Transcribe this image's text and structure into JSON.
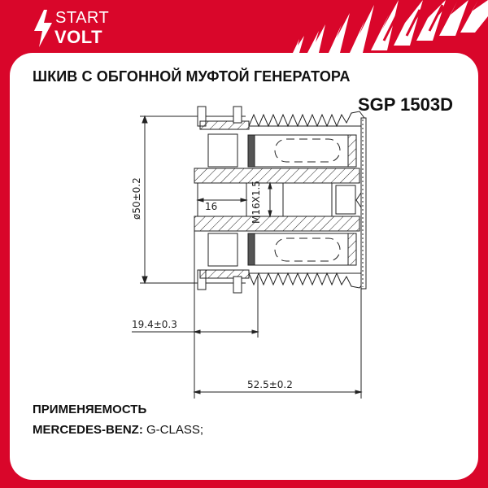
{
  "brand": {
    "line1": "START",
    "line2": "VOLT",
    "colors": {
      "primary_red": "#d9062a",
      "card_bg": "#ffffff",
      "text": "#111111"
    }
  },
  "product": {
    "title": "ШКИВ С ОБГОННОЙ МУФТОЙ ГЕНЕРАТОРА",
    "part_number": "SGP 1503D"
  },
  "drawing": {
    "dimensions": {
      "diameter": "ø50±0.2",
      "bore_depth": "16",
      "thread": "M16X1.5",
      "offset": "19.4±0.3",
      "overall_length": "52.5±0.2"
    }
  },
  "applicability": {
    "heading": "ПРИМЕНЯЕМОСТЬ",
    "items": [
      {
        "brand": "MERCEDES-BENZ:",
        "models": "G-CLASS;"
      }
    ]
  }
}
